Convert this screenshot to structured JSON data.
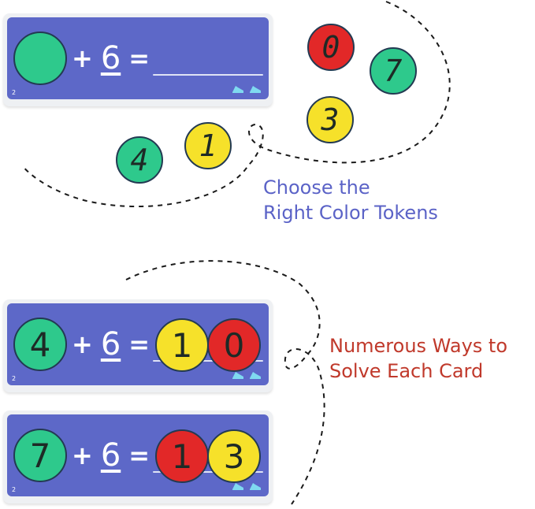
{
  "colors": {
    "card_blue": "#5d68c8",
    "token_green": "#2ec98c",
    "token_yellow": "#f6e12a",
    "token_red": "#e22828",
    "caption_blue": "#5b63c7",
    "caption_red": "#c0392b"
  },
  "cards": [
    {
      "addend_slot": "",
      "addend_color": "#2ec98c",
      "plus": "+",
      "number": "6",
      "equals": "=",
      "answer_tokens": [],
      "card_number": "2",
      "icon": "sneakers-icon"
    },
    {
      "addend_slot": "4",
      "addend_color": "#2ec98c",
      "plus": "+",
      "number": "6",
      "equals": "=",
      "answer_tokens": [
        {
          "digit": "1",
          "color": "#f6e12a"
        },
        {
          "digit": "0",
          "color": "#e22828"
        }
      ],
      "card_number": "2",
      "icon": "sneakers-icon"
    },
    {
      "addend_slot": "7",
      "addend_color": "#2ec98c",
      "plus": "+",
      "number": "6",
      "equals": "=",
      "answer_tokens": [
        {
          "digit": "1",
          "color": "#e22828"
        },
        {
          "digit": "3",
          "color": "#f6e12a"
        }
      ],
      "card_number": "2",
      "icon": "sneakers-icon"
    }
  ],
  "loose_tokens": [
    {
      "digit": "0",
      "color": "#e22828"
    },
    {
      "digit": "7",
      "color": "#2ec98c"
    },
    {
      "digit": "3",
      "color": "#f6e12a"
    },
    {
      "digit": "1",
      "color": "#f6e12a"
    },
    {
      "digit": "4",
      "color": "#2ec98c"
    }
  ],
  "captions": {
    "choose_line1": "Choose the",
    "choose_line2": "Right Color Tokens",
    "numerous_line1": "Numerous Ways to",
    "numerous_line2": "Solve Each Card"
  }
}
